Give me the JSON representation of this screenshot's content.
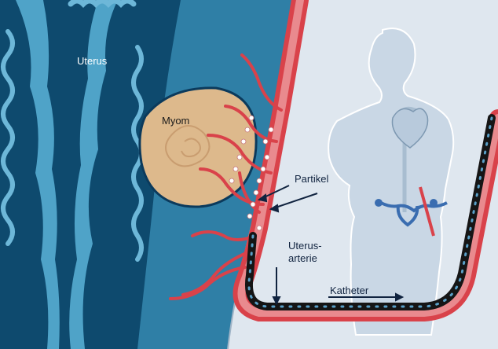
{
  "labels": {
    "uterus": "Uterus",
    "myom": "Myom",
    "partikel": "Partikel",
    "uterusarterie_line1": "Uterus-",
    "uterusarterie_line2": "arterie",
    "katheter": "Katheter"
  },
  "colors": {
    "dark_blue": "#0e4a6e",
    "mid_blue": "#2f7fa6",
    "cavity_blue": "#4fa3c8",
    "panel_bg": "#dfe7ef",
    "figure_fill": "#c8d6e4",
    "artery_red": "#d9424a",
    "vessel_pink": "#e98a8e",
    "myom_tan": "#ddb98c",
    "catheter_black": "#151515",
    "catheter_core": "#5aa0c8"
  },
  "icons": [
    "human-silhouette-icon",
    "heart-icon",
    "uterus-icon"
  ]
}
